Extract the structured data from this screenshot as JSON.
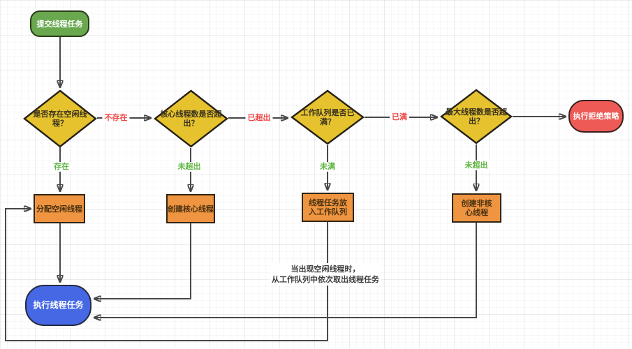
{
  "diagram": {
    "title": "thread-pool task submission flowchart",
    "nodes": {
      "start": {
        "label": "提交线程任务"
      },
      "d1": {
        "label": "是否存在空闲线程？"
      },
      "d2": {
        "label": "核心线程数是否超出？"
      },
      "d3": {
        "label": "工作队列是否已满？"
      },
      "d4": {
        "label": "最大线程数是否超出？"
      },
      "reject": {
        "label": "执行拒绝策略"
      },
      "p1": {
        "label": "分配空闲线程"
      },
      "p2": {
        "label": "创建核心线程"
      },
      "p3": {
        "label": "线程任务放入工作队列"
      },
      "p4": {
        "label": "创建非核心线程"
      },
      "execute": {
        "label": "执行线程任务"
      }
    },
    "edge_labels": {
      "no_idle_thread": "不存在",
      "idle_thread": "存在",
      "core_exceeded": "已超出",
      "core_not_exceeded": "未超出",
      "queue_full": "已满",
      "queue_not_full": "未满",
      "max_not_exceeded": "未超出"
    },
    "annotation": {
      "line1": "当出现空闲线程时，",
      "line2": "从工作队列中依次取出线程任务"
    },
    "colors": {
      "start_fill": "#6aa84f",
      "decision_fill": "#e6c32e",
      "process_fill": "#ef9440",
      "reject_fill": "#ee5a55",
      "execute_fill": "#4668e4",
      "edge_negative": "#ef4343",
      "edge_positive": "#60b644",
      "connector": "#484848"
    }
  }
}
